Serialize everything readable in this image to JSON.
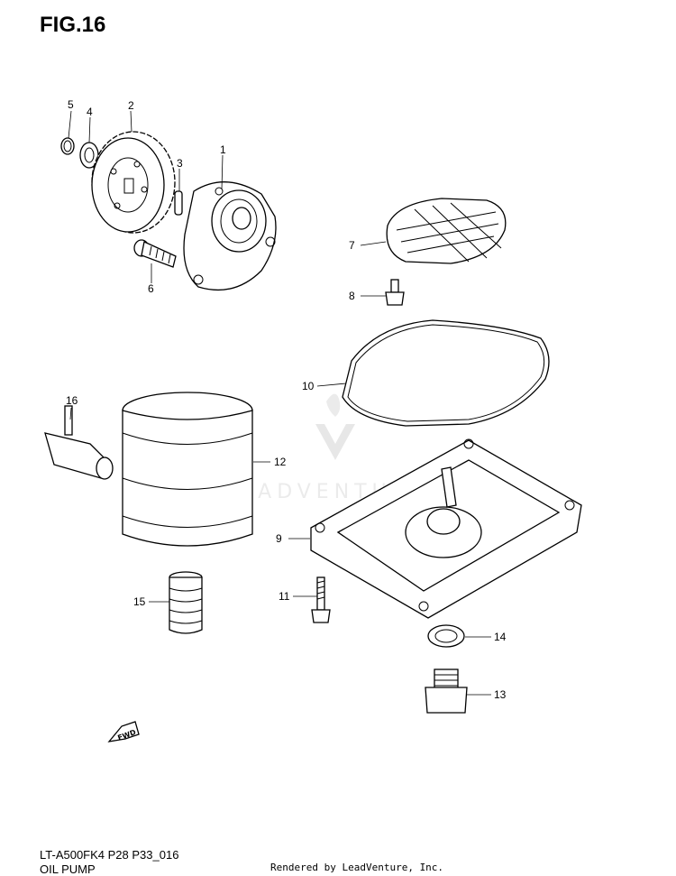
{
  "figure": {
    "title": "FIG.16",
    "reference_code": "LT-A500FK4 P28 P33_016",
    "page_name": "OIL PUMP",
    "credit": "Rendered by LeadVenture, Inc.",
    "watermark": "LEADVENTURE",
    "direction_label": "FWD"
  },
  "callouts": {
    "c1": "1",
    "c2": "2",
    "c3": "3",
    "c4": "4",
    "c5": "5",
    "c6": "6",
    "c7": "7",
    "c8": "8",
    "c9": "9",
    "c10": "10",
    "c11": "11",
    "c12": "12",
    "c13": "13",
    "c14": "14",
    "c15": "15",
    "c16": "16"
  },
  "parts": [
    "oil-pump-assembly",
    "oil-pump-driven-gear",
    "pin",
    "washer",
    "circlip",
    "screw",
    "oil-strainer",
    "bolt",
    "oil-pan",
    "gasket",
    "bolt",
    "oil-filter",
    "drain-plug",
    "gasket",
    "union-bolt",
    "oil-pressure-switch"
  ]
}
